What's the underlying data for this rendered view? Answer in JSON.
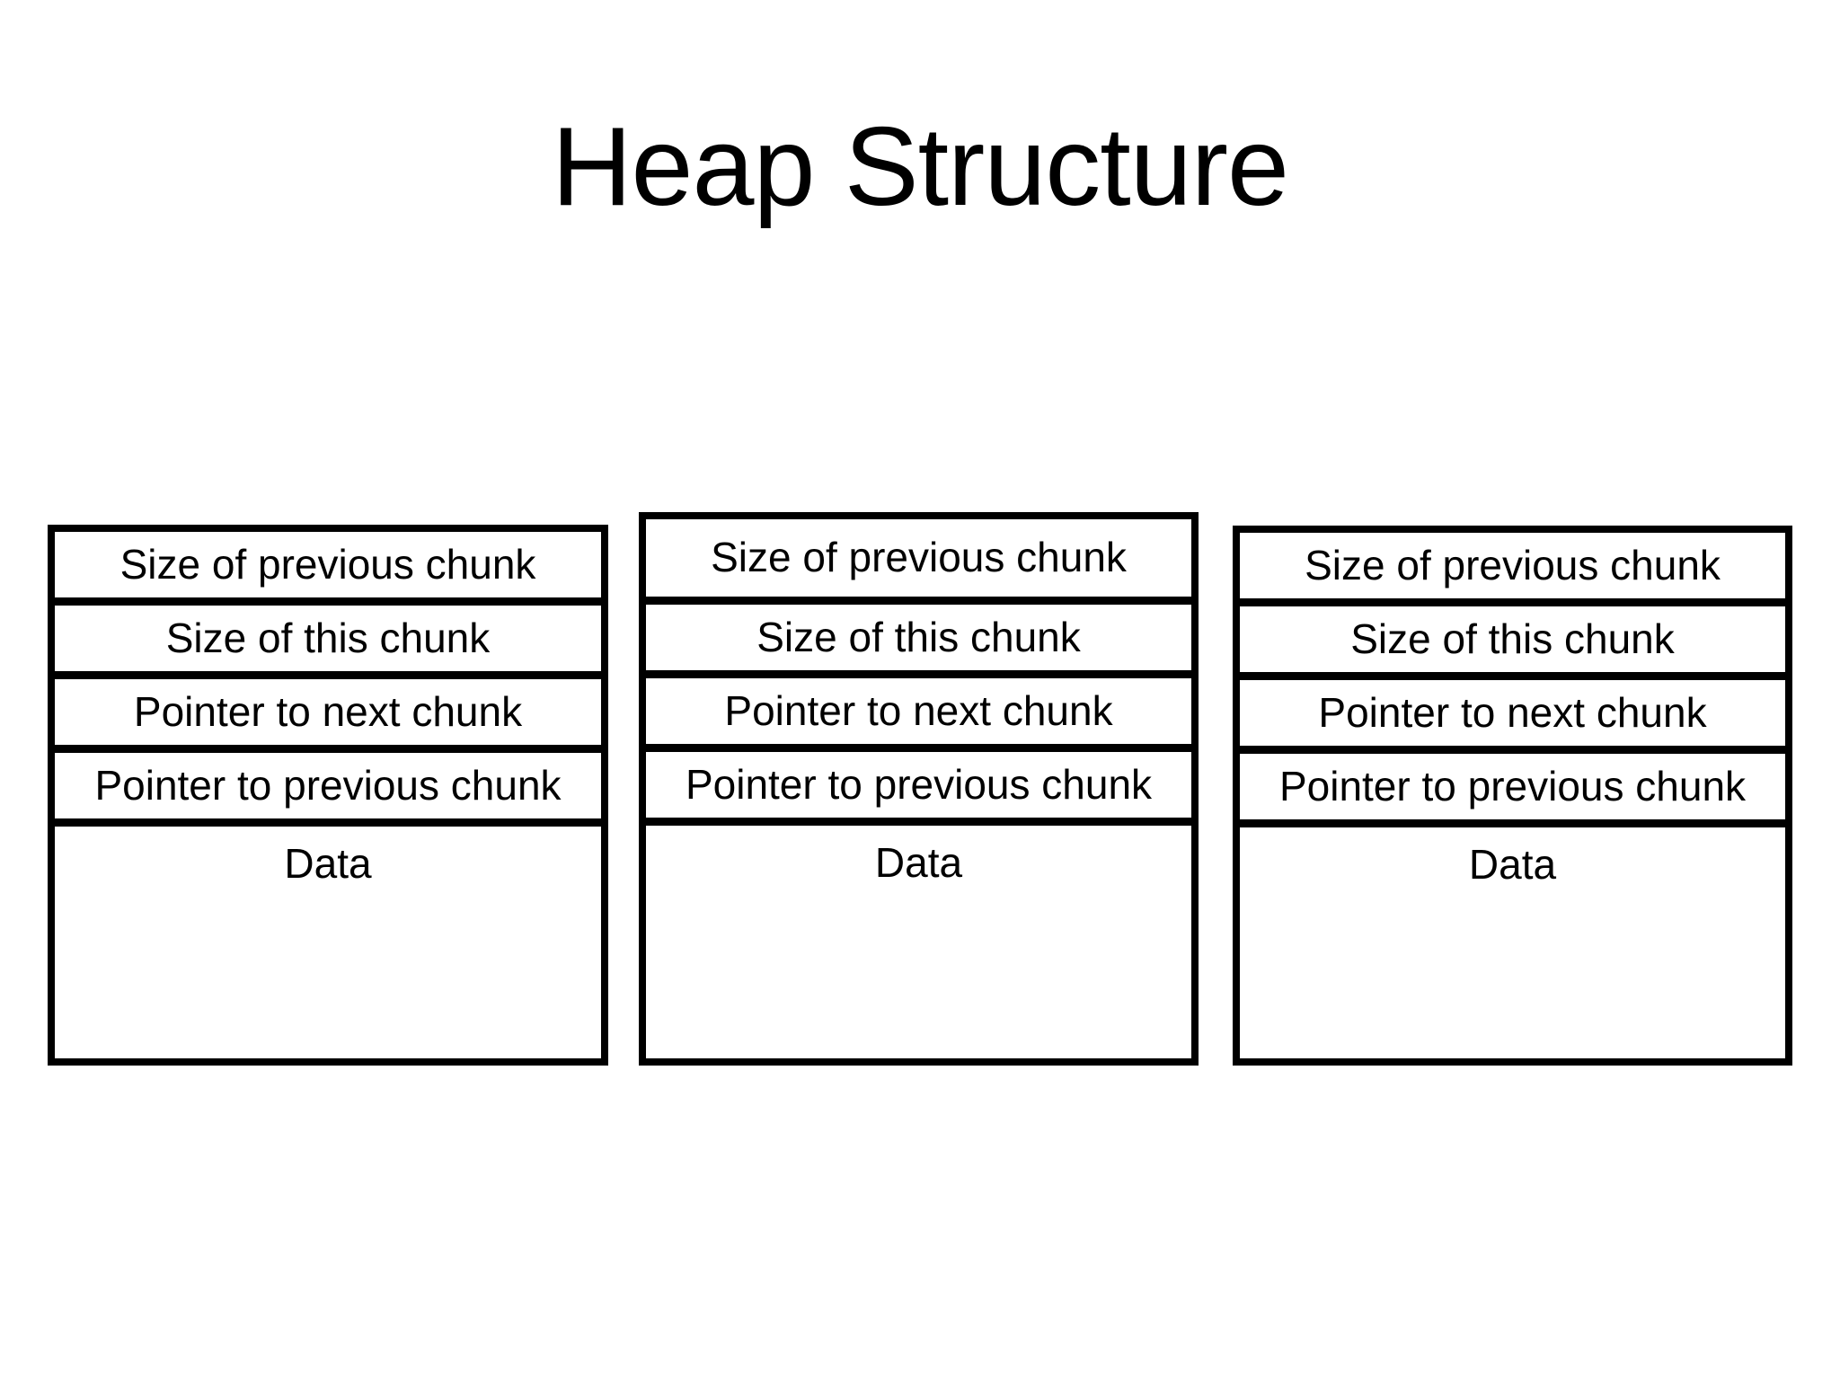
{
  "slide": {
    "title": "Heap Structure",
    "colors": {
      "background": "#ffffff",
      "text": "#000000",
      "border": "#000000"
    }
  },
  "chunks": [
    {
      "fields": [
        "Size of previous chunk",
        "Size of this chunk",
        "Pointer to next chunk",
        "Pointer to previous chunk"
      ],
      "data_label": "Data"
    },
    {
      "fields": [
        "Size of previous chunk",
        "Size of this chunk",
        "Pointer to next chunk",
        "Pointer to previous chunk"
      ],
      "data_label": "Data"
    },
    {
      "fields": [
        "Size of previous chunk",
        "Size of this chunk",
        "Pointer to next chunk",
        "Pointer to previous chunk"
      ],
      "data_label": "Data"
    }
  ]
}
